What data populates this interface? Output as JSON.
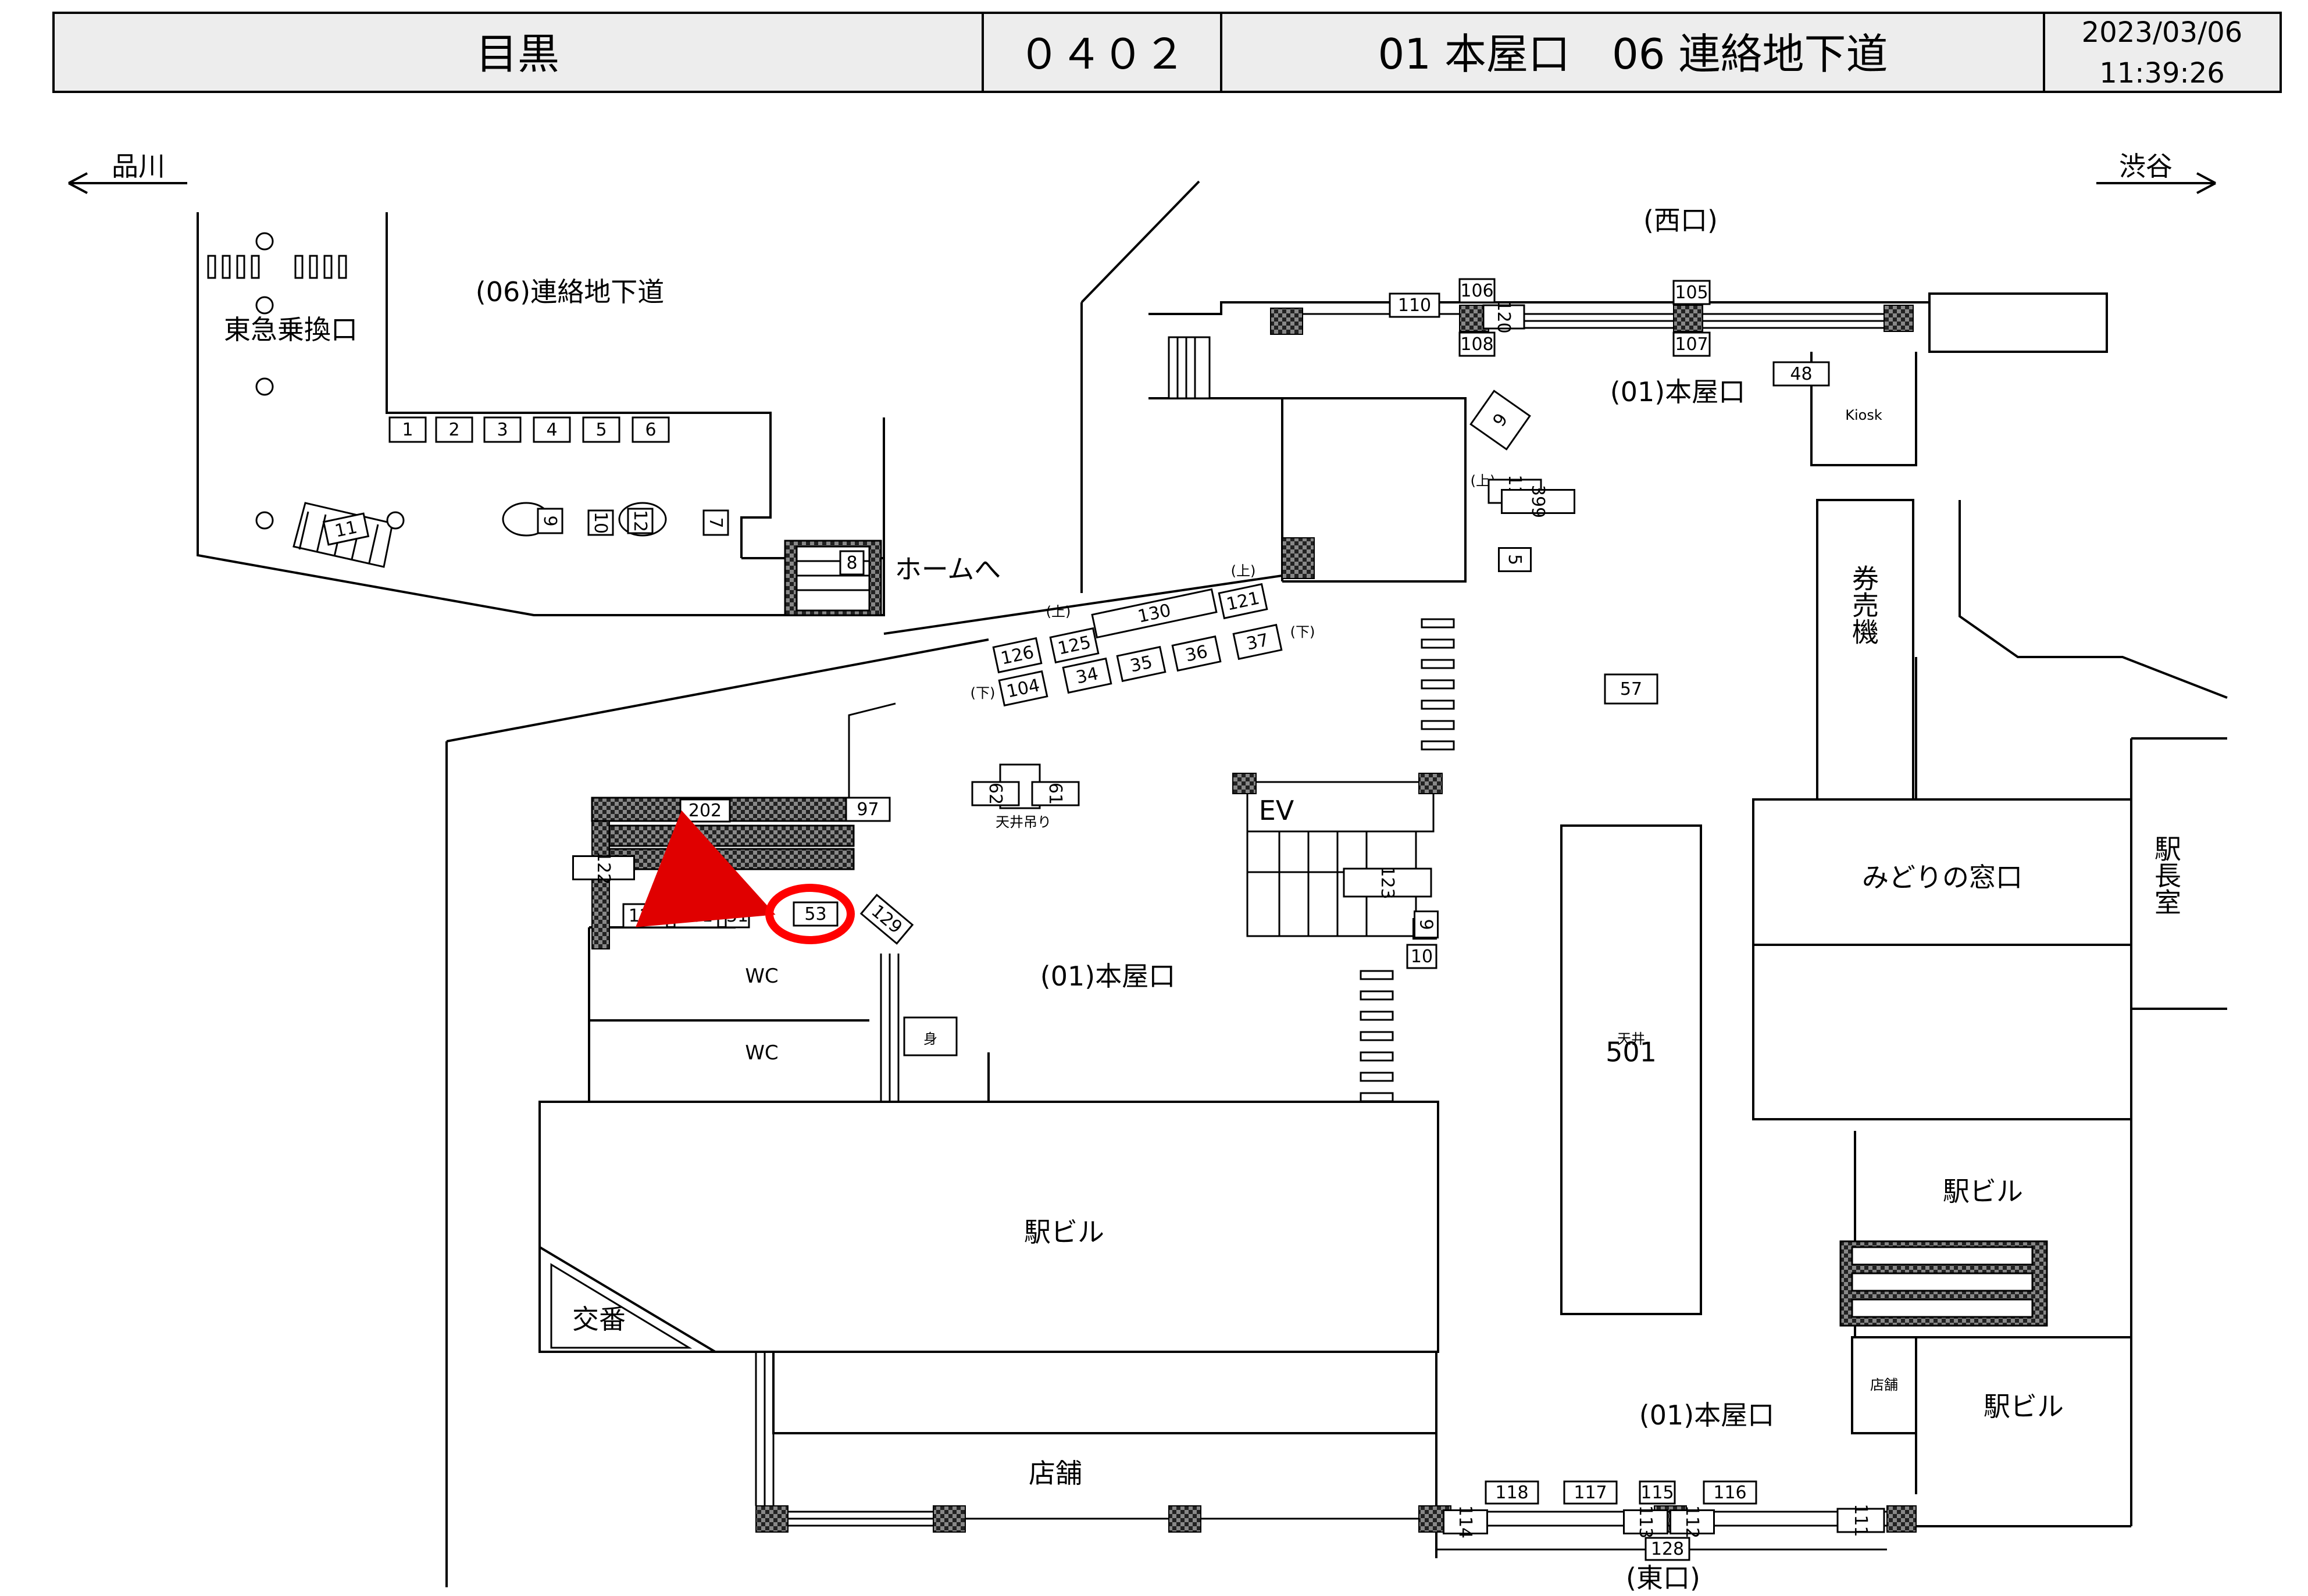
{
  "header": {
    "station": "目黒",
    "code": "０４０２",
    "exits": "01 本屋口　06 連絡地下道",
    "date": "2023/03/06",
    "time": "11:39:26"
  },
  "directions": {
    "left": "品川",
    "right": "渋谷"
  },
  "areas": {
    "tunnel": "(06)連絡地下道",
    "tokyu_gate": "東急乗換口",
    "west_exit": "(西口)",
    "main_gate_north": "(01)本屋口",
    "main_gate_center": "(01)本屋口",
    "main_gate_south": "(01)本屋口",
    "east_exit": "(東口)",
    "to_platform": "ホームへ",
    "ticket_machines": "券売機",
    "midori": "みどりの窓口",
    "station_master": "駅長室",
    "station_bldg_main": "駅ビル",
    "station_bldg_right1": "駅ビル",
    "station_bldg_right2": "駅ビル",
    "police_box": "交番",
    "shops_bottom": "店舗",
    "shop_small": "店舗",
    "kiosk": "Kiosk",
    "ev": "EV",
    "wc1": "WC",
    "wc2": "WC",
    "ceiling_label": "天井",
    "ceiling_hanging": "天井吊り",
    "accessible": "身"
  },
  "markers": {
    "up": "(上)",
    "down": "(下)"
  },
  "ad_spaces": [
    "1",
    "2",
    "3",
    "4",
    "5",
    "6",
    "11",
    "8",
    "9",
    "10",
    "12",
    "7",
    "110",
    "106",
    "108",
    "120",
    "105",
    "107",
    "48",
    "9",
    "119",
    "399",
    "5",
    "130",
    "121",
    "125",
    "126",
    "104",
    "34",
    "35",
    "36",
    "37",
    "57",
    "202",
    "97",
    "122",
    "127",
    "201",
    "31",
    "53",
    "129",
    "62",
    "61",
    "123",
    "9",
    "10",
    "501",
    "118",
    "117",
    "115",
    "116",
    "114",
    "113",
    "112",
    "111",
    "128"
  ],
  "highlight": {
    "target": "53",
    "color": "#ff0000"
  }
}
